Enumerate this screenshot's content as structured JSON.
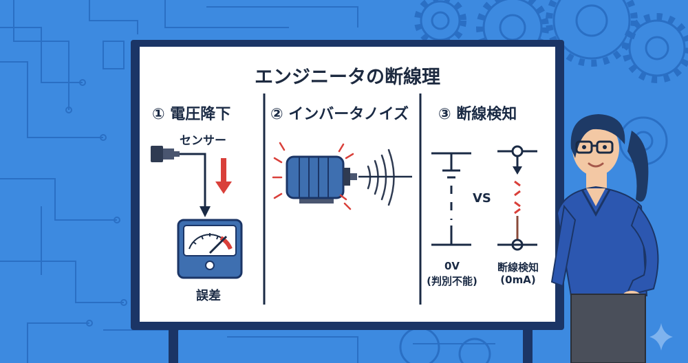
{
  "title": "エンジニータの断線理",
  "sections": [
    {
      "heading": "① 電圧降下",
      "sensor_label": "センサー",
      "meter_label": "誤差"
    },
    {
      "heading": "② インバータノイズ"
    },
    {
      "heading": "③ 断線検知",
      "compare_label": "VS",
      "left_caption": [
        "0V",
        "(判別不能)"
      ],
      "right_caption": [
        "断線検知",
        "(0mA)"
      ]
    }
  ],
  "colors": {
    "background": "#3d8ae0",
    "board_frame": "#1b3566",
    "accent_red": "#d9403a",
    "ink": "#1a2a44",
    "motor": "#3e6fb0"
  }
}
